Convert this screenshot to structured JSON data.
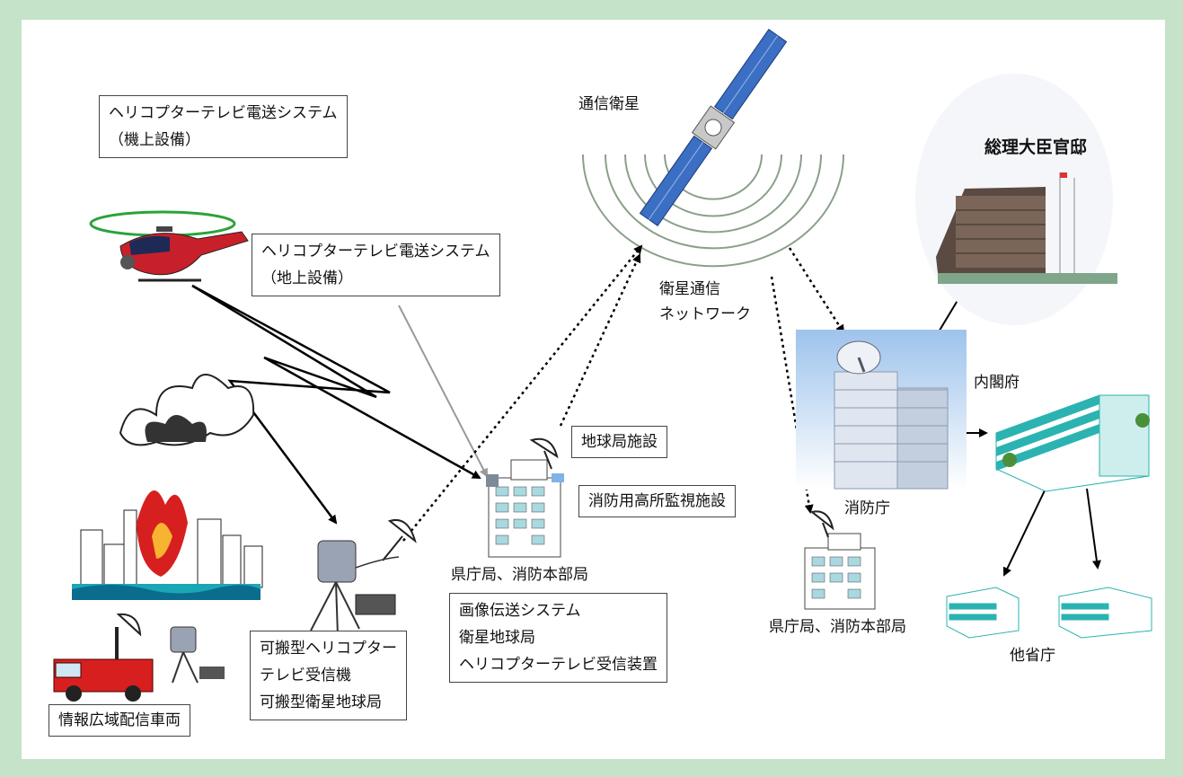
{
  "labels": {
    "heli_system_onboard": [
      "ヘリコプターテレビ電送システム",
      "（機上設備）"
    ],
    "heli_system_ground": [
      "ヘリコプターテレビ電送システム",
      "（地上設備）"
    ],
    "comm_satellite": "通信衛星",
    "sat_network": [
      "衛星通信",
      "ネットワーク"
    ],
    "pm_office": "総理大臣官邸",
    "cabinet_office": "内閣府",
    "fdma": "消防庁",
    "earth_station_facility": "地球局施設",
    "high_point_monitoring": "消防用高所監視施設",
    "pref_fire_hq_left": "県庁局、消防本部局",
    "pref_fire_hq_right": "県庁局、消防本部局",
    "pref_equipment": [
      "画像伝送システム",
      "衛星地球局",
      "ヘリコプターテレビ受信装置"
    ],
    "portable_receiver": [
      "可搬型ヘリコプター",
      "テレビ受信機",
      "可搬型衛星地球局"
    ],
    "other_ministries": "他省庁",
    "info_vehicle": "情報広域配信車両"
  },
  "colors": {
    "frame": "#c5e3c8",
    "building_teal": "#2bb3b1",
    "fire_red": "#d81f1f",
    "satellite_blue": "#3b6fc4"
  }
}
